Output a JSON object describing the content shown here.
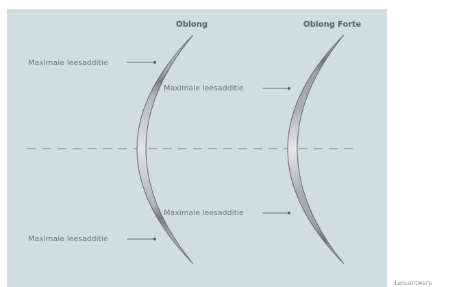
{
  "colors": {
    "panel_background": "#d0dde1",
    "lens_body": "#bcc3c6",
    "lens_highlight": "#eef2f3",
    "reading_zone": "#7a7f82",
    "lens_outline": "#5f6567",
    "text": "#6e7679",
    "title_text": "#555f63"
  },
  "lenses": [
    {
      "title": "Oblong",
      "callouts": [
        {
          "label": "Maximale leesadditie"
        },
        {
          "label": "Maximale leesadditie"
        }
      ]
    },
    {
      "title": "Oblong Forte",
      "callouts": [
        {
          "label": "Maximale leesadditie"
        },
        {
          "label": "Maximale leesadditie"
        }
      ]
    }
  ],
  "credit": "Lensontwerp"
}
